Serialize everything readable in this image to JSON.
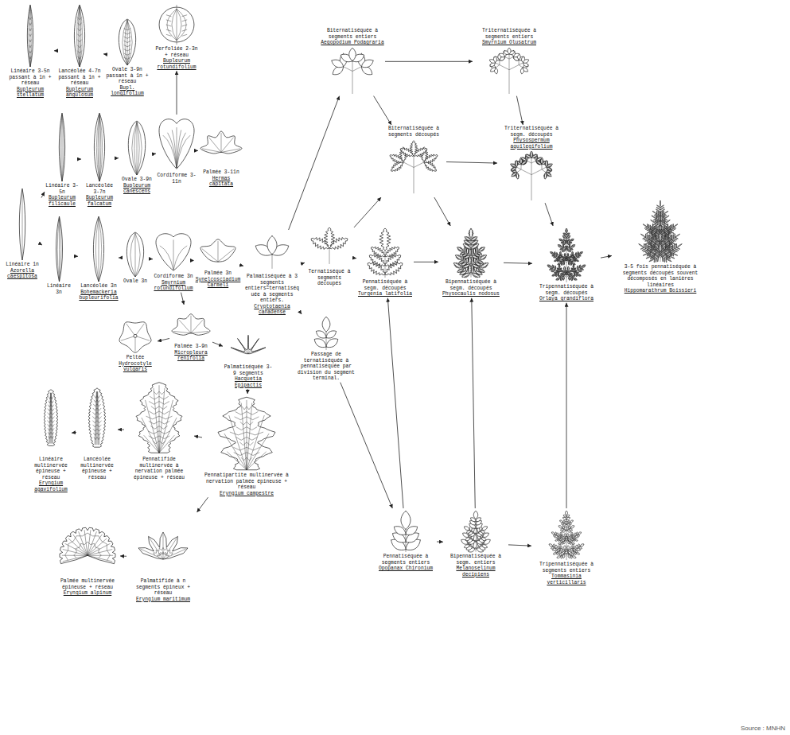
{
  "diagram": {
    "nodes": [
      {
        "text": [
          "Linéaire 3-5n passant à 1n + réseau",
          "Bupleurum stellatum"
        ]
      },
      {
        "text": [
          "Lancéolée 4-7n passant à 1n + réseau",
          "Bupleurum angulosum"
        ]
      },
      {
        "text": [
          "Ovale 3-9n passant à 1n + réseau",
          "Bupl. longifolium"
        ]
      },
      {
        "text": [
          "Perfoliée 2-3n + réseau",
          "Bupleurum rotundifolium"
        ]
      },
      {
        "text": [
          "Linéaire 3-5n",
          "Bupleurum filicaule"
        ]
      },
      {
        "text": [
          "Lancéolée 3-7n",
          "Bupleurum falcatum"
        ]
      },
      {
        "text": [
          "Ovale 3-9n",
          "Bupleurum canescens"
        ]
      },
      {
        "text": [
          "Cordiforme 3-11n"
        ]
      },
      {
        "text": [
          "Palmée 3-11n",
          "Hermas capitata"
        ]
      },
      {
        "text": [
          "Linéaire 1n",
          "Azorella caespitosa"
        ]
      },
      {
        "text": [
          "Linéaire 3n"
        ]
      },
      {
        "text": [
          "Lancéolée 3n",
          "Bohemackeria bupleurifolia"
        ]
      },
      {
        "text": [
          "Ovale 3n"
        ]
      },
      {
        "text": [
          "Cordiforme 3n",
          "Smyrnium rotundifolium"
        ]
      },
      {
        "text": [
          "Palmée 3n",
          "Synelcosciadium Carmeli"
        ]
      },
      {
        "text": [
          "Palmatiséquée à 3 segments entiers=ternatiséquée à segments entiers.",
          "Cryptotaenia canadense"
        ]
      },
      {
        "text": [
          "Palmée 3-9n",
          "Micropleura renifolia"
        ]
      },
      {
        "text": [
          "Peltée",
          "Hydrocotyle vulgaris"
        ]
      },
      {
        "text": [
          "Palmatiséquée 3-9 segments",
          "Hacquetia Epipactis"
        ]
      },
      {
        "text": [
          "Pennatipartite multinervée à nervation palmée épineuse + réseau",
          "Eryngium campestre"
        ]
      },
      {
        "text": [
          "Pennatifide multinervée à nervation palmée épineuse + réseau"
        ]
      },
      {
        "text": [
          "Lancéolée multinervée épineuse + réseau"
        ]
      },
      {
        "text": [
          "Linéaire multinervée épineuse + réseau",
          "Eryngium agavifolium"
        ]
      },
      {
        "text": [
          "Palmatifide à n segments épineux + réseau",
          "Eryngium maritimum"
        ]
      },
      {
        "text": [
          "Palmée multinervée épineuse + réseau",
          "Eryngium alpinum"
        ]
      },
      {
        "text": [
          "Ternatiséqué à segments découpés"
        ]
      },
      {
        "text": [
          "Biternatiséquée à segments entiers",
          "Aegopodium Podagraria"
        ]
      },
      {
        "text": [
          "Passage de ternatiséquée à pennatiséquée par division du segment terminal."
        ]
      },
      {
        "text": [
          "Biternatiséquée à segments découpés"
        ]
      },
      {
        "text": [
          "Pennatiséquée à segm. découpés",
          "Turgenia latifolia"
        ]
      },
      {
        "text": [
          "Bipennatiséquée à segm. découpés",
          "Physocaulis nodosus"
        ]
      },
      {
        "text": [
          "Triternatiséquée à segments entiers",
          "Smyrnium Olusatrum"
        ]
      },
      {
        "text": [
          "Triternatiséquée à segm. découpés",
          "Physospermum aquilegifolium"
        ]
      },
      {
        "text": [
          "Tripennatiséquée à segm. découpés",
          "Orlaya grandiflora"
        ]
      },
      {
        "text": [
          "3-5 fois pennatiséquée à segments découpés souvent décomposés en lanières linéaires",
          "Hippomarathrum Boissieri"
        ]
      },
      {
        "text": [
          "Pennatiséquée à segments entiers",
          "Opopanax Chironium"
        ]
      },
      {
        "text": [
          "Bipennatiséquée à segm. entiers",
          "Melanoselinum decipiens"
        ]
      },
      {
        "text": [
          "Tripennatiséquée à segments entiers",
          "Tommasinia verticillaris"
        ]
      }
    ],
    "edges": [
      {
        "from": 2,
        "to": 1,
        "arrow": "to"
      },
      {
        "from": 1,
        "to": 0,
        "arrow": "to"
      },
      {
        "from": 7,
        "to": 3,
        "arrow": "to"
      },
      {
        "from": 9,
        "to": 4,
        "arrow": "to"
      },
      {
        "from": 9,
        "to": 10,
        "arrow": "to"
      },
      {
        "from": 4,
        "to": 5,
        "arrow": "to"
      },
      {
        "from": 5,
        "to": 6,
        "arrow": "to"
      },
      {
        "from": 6,
        "to": 7,
        "arrow": "to"
      },
      {
        "from": 7,
        "to": 8,
        "arrow": "to"
      },
      {
        "from": 10,
        "to": 11,
        "arrow": "to"
      },
      {
        "from": 11,
        "to": 12,
        "arrow": "to"
      },
      {
        "from": 12,
        "to": 13,
        "arrow": "to"
      },
      {
        "from": 13,
        "to": 14,
        "arrow": "to"
      },
      {
        "from": 14,
        "to": 15,
        "arrow": "to"
      },
      {
        "from": 13,
        "to": 16,
        "arrow": "to"
      },
      {
        "from": 16,
        "to": 17,
        "arrow": "to"
      },
      {
        "from": 16,
        "to": 18,
        "arrow": "to"
      },
      {
        "from": 18,
        "to": 19,
        "arrow": "to"
      },
      {
        "from": 19,
        "to": 20,
        "arrow": "to"
      },
      {
        "from": 20,
        "to": 21,
        "arrow": "to"
      },
      {
        "from": 21,
        "to": 22,
        "arrow": "to"
      },
      {
        "from": 19,
        "to": 23,
        "arrow": "to"
      },
      {
        "from": 23,
        "to": 24,
        "arrow": "to"
      },
      {
        "from": 15,
        "to": 25,
        "arrow": "to"
      },
      {
        "from": 15,
        "to": 26,
        "arrow": "to"
      },
      {
        "from": 15,
        "to": 27,
        "arrow": "to"
      },
      {
        "from": 27,
        "to": 35,
        "arrow": "to"
      },
      {
        "from": 25,
        "to": 28,
        "arrow": "to"
      },
      {
        "from": 25,
        "to": 29,
        "arrow": "to"
      },
      {
        "from": 35,
        "to": 29,
        "arrow": "to"
      },
      {
        "from": 29,
        "to": 30,
        "arrow": "to"
      },
      {
        "from": 28,
        "to": 30,
        "arrow": "to"
      },
      {
        "from": 26,
        "to": 28,
        "arrow": "to"
      },
      {
        "from": 26,
        "to": 31,
        "arrow": "to"
      },
      {
        "from": 31,
        "to": 32,
        "arrow": "to"
      },
      {
        "from": 28,
        "to": 32,
        "arrow": "to"
      },
      {
        "from": 32,
        "to": 33,
        "arrow": "to"
      },
      {
        "from": 30,
        "to": 33,
        "arrow": "to"
      },
      {
        "from": 33,
        "to": 34,
        "arrow": "to"
      },
      {
        "from": 35,
        "to": 36,
        "arrow": "to"
      },
      {
        "from": 36,
        "to": 30,
        "arrow": "to"
      },
      {
        "from": 36,
        "to": 37,
        "arrow": "to"
      },
      {
        "from": 37,
        "to": 33,
        "arrow": "to"
      }
    ],
    "labels": [
      "Source : MNHN"
    ]
  }
}
